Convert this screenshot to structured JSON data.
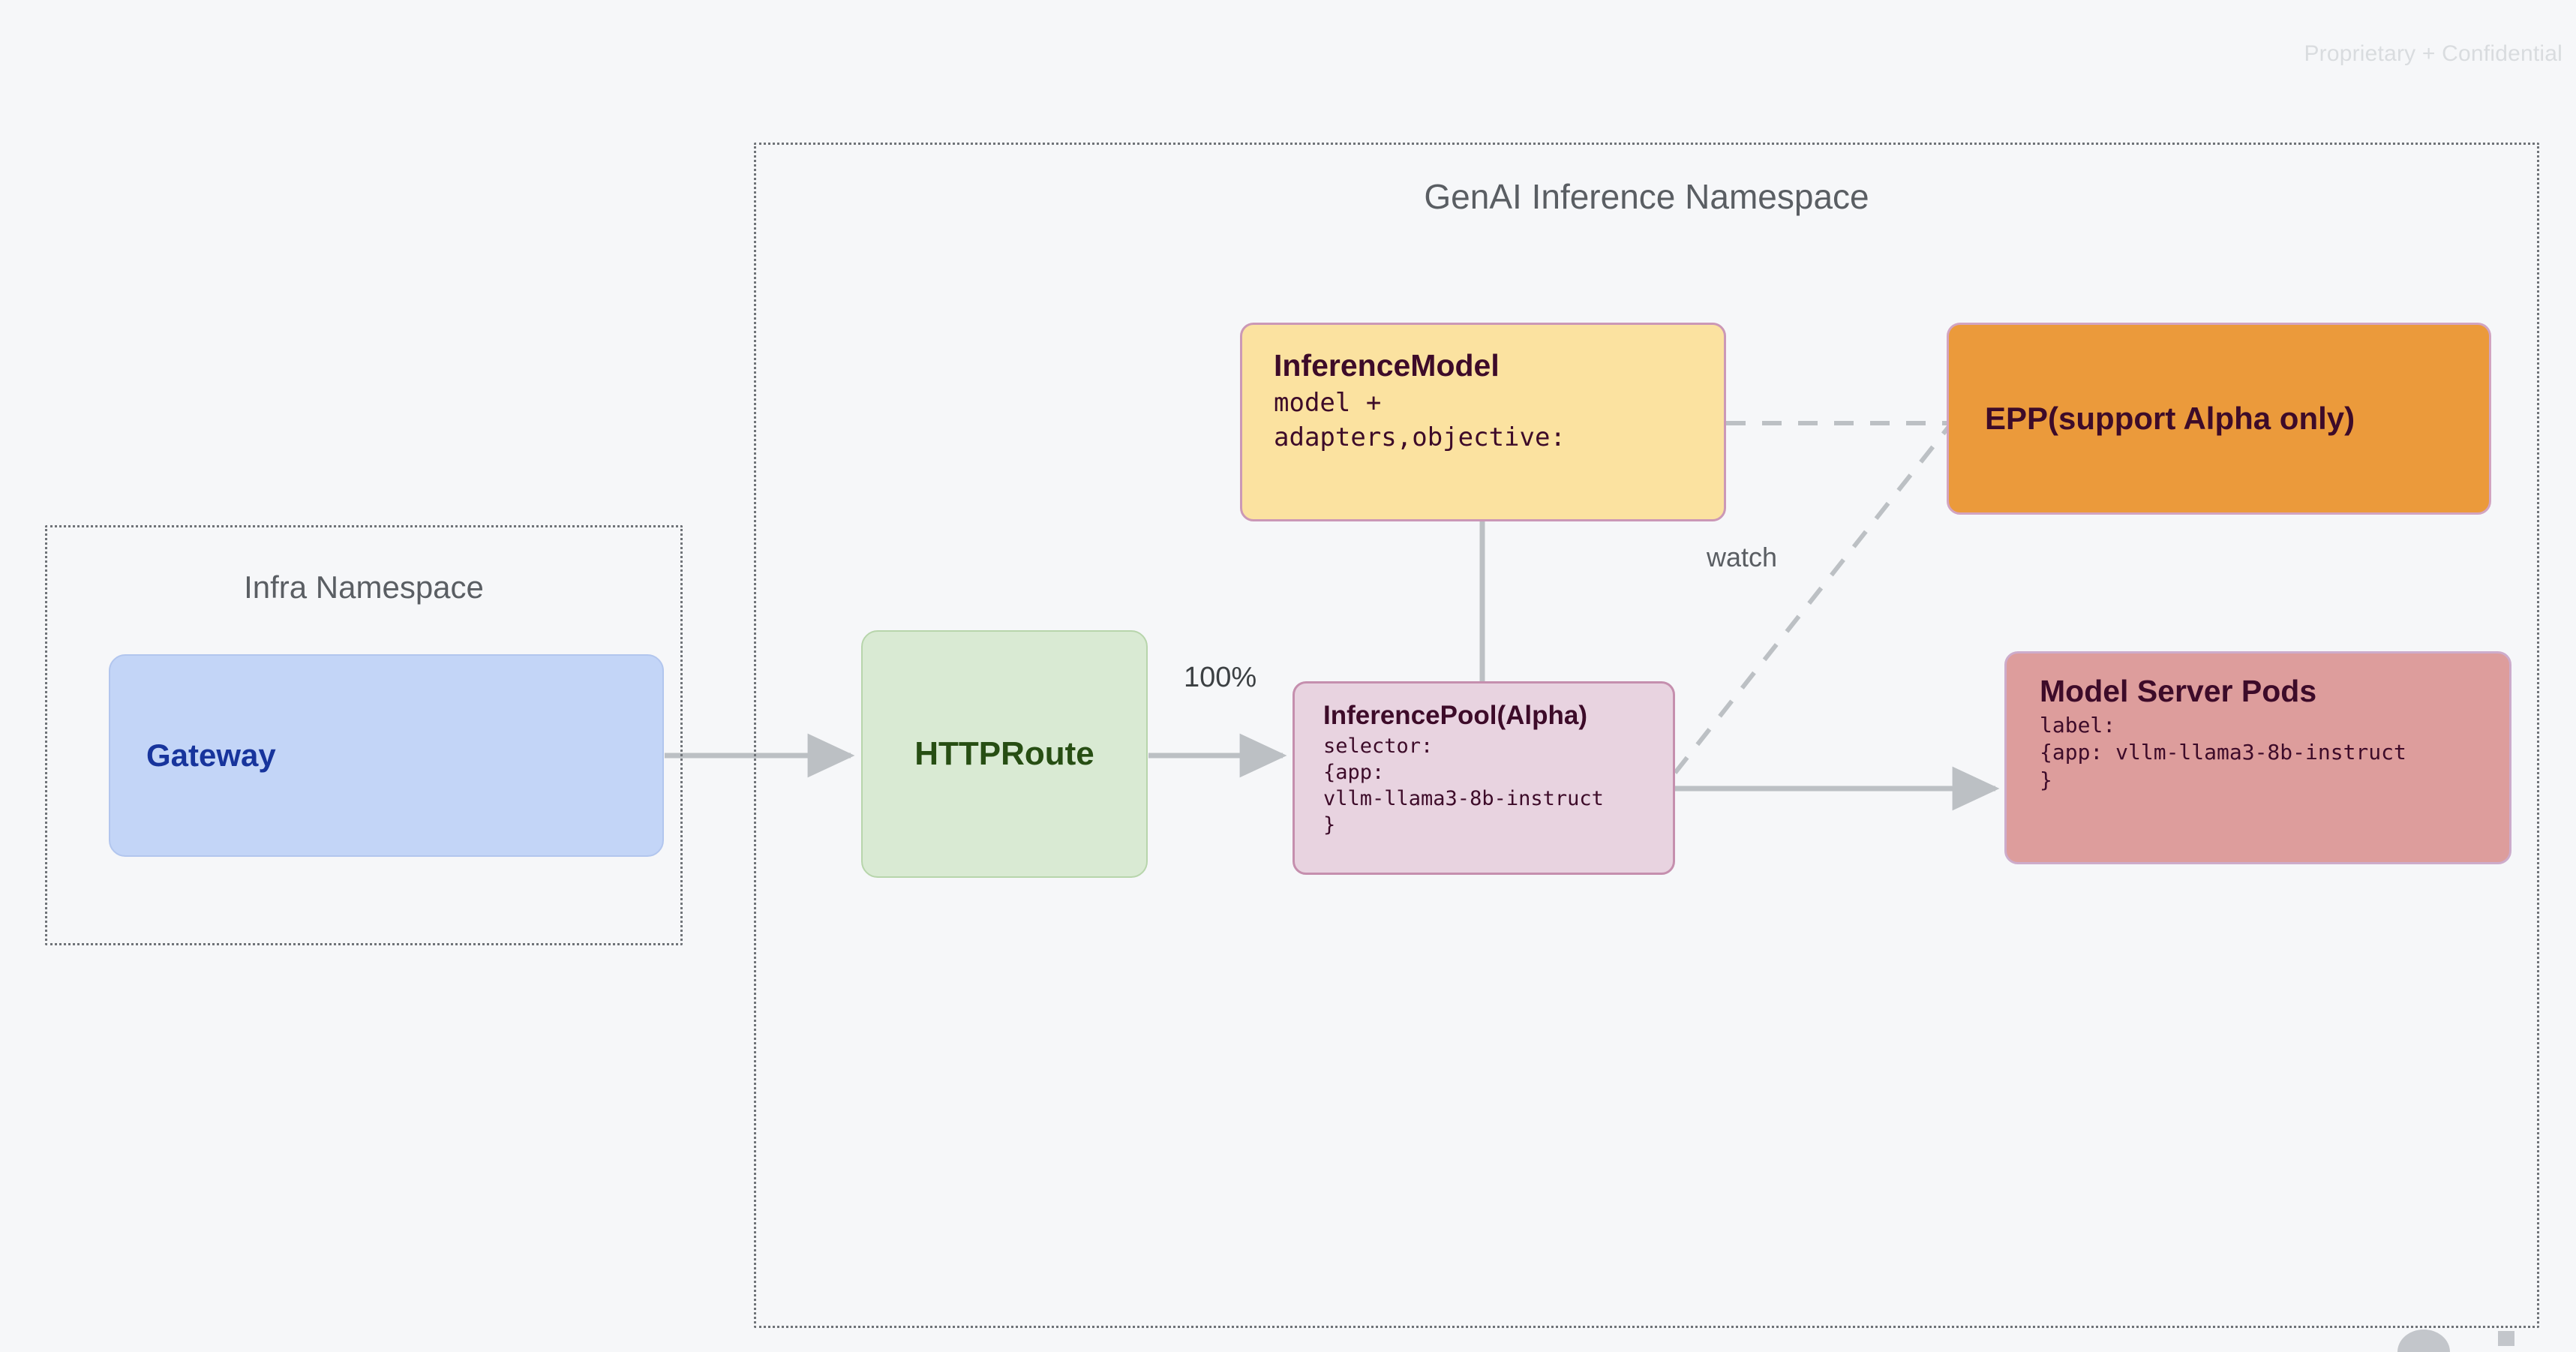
{
  "page": {
    "watermark": "Proprietary + Confidential",
    "background_color": "#f6f7f9"
  },
  "namespaces": [
    {
      "id": "infra",
      "title": "Infra Namespace",
      "border_style": "dotted",
      "border_color": "#6f7378"
    },
    {
      "id": "genai",
      "title": "GenAI Inference Namespace",
      "border_style": "dotted",
      "border_color": "#6f7378"
    }
  ],
  "nodes": {
    "gateway": {
      "title": "Gateway",
      "fill": "#c3d5f7",
      "text_color": "#17349c"
    },
    "httproute": {
      "title": "HTTPRoute",
      "fill": "#d9ead3",
      "text_color": "#274e13"
    },
    "inferencemodel": {
      "title": "InferenceModel",
      "sub": "model +\nadapters,objective:",
      "fill": "#fbe2a0",
      "text_color": "#3d0b29",
      "border_color": "#cb98b6"
    },
    "inferencepool": {
      "title": "InferencePool(Alpha)",
      "sub": "selector:\n{app:\nvllm-llama3-8b-instruct\n}",
      "fill": "#e8d3e0",
      "text_color": "#3d0b29",
      "border_color": "#c58fae"
    },
    "epp": {
      "title": "EPP(support Alpha only)",
      "fill": "#eb9a3b",
      "text_color": "#3d0b29",
      "border_color": "#d2a4c1"
    },
    "modelserverpods": {
      "title": "Model Server Pods",
      "sub": "label:\n{app: vllm-llama3-8b-instruct\n}",
      "fill": "#dd9d9c",
      "text_color": "#3d0b29",
      "border_color": "#cdaccb"
    }
  },
  "edges": {
    "gateway_to_httproute": {
      "label": "",
      "style": "solid-arrow"
    },
    "httproute_to_inferencepool": {
      "label": "100%",
      "style": "solid-arrow"
    },
    "inferencemodel_to_inferencepool": {
      "label": "",
      "style": "solid-plain"
    },
    "inferencemodel_to_epp": {
      "label": "",
      "style": "dashed"
    },
    "inferencepool_to_epp": {
      "label": "watch",
      "style": "dashed"
    },
    "inferencepool_to_modelserverpods": {
      "label": "",
      "style": "solid-arrow"
    }
  },
  "colors": {
    "edge_gray": "#bcc0c4",
    "namespace_border": "#6f7378",
    "label_gray": "#5a5e63"
  }
}
